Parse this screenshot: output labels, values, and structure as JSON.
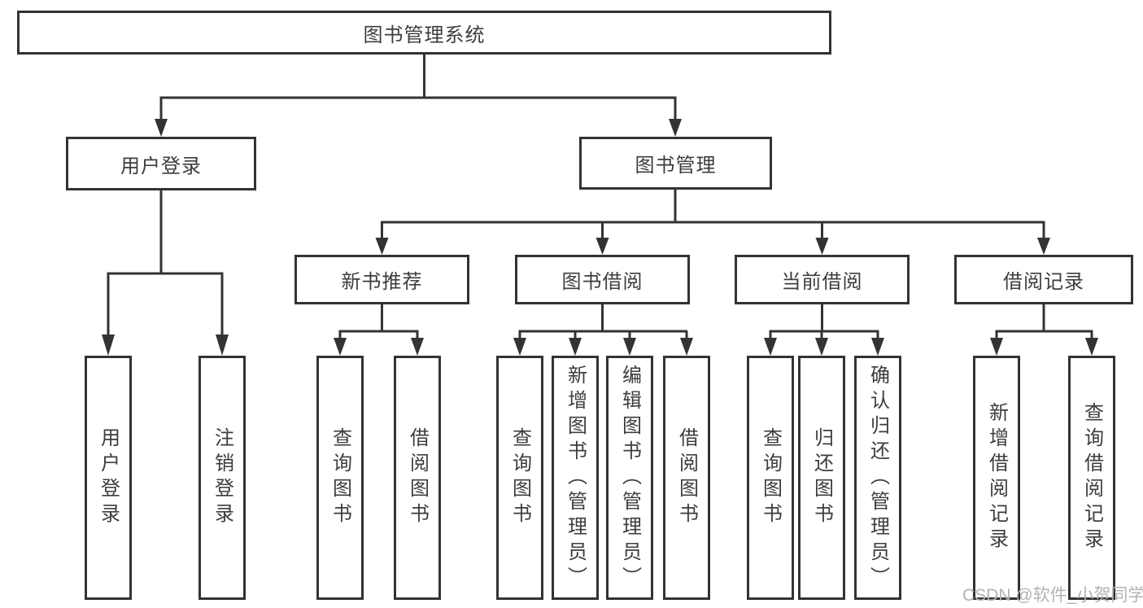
{
  "diagram": {
    "root": {
      "label": "图书管理系统"
    },
    "user_login": {
      "label": "用户登录",
      "children": [
        {
          "label": "用户登录"
        },
        {
          "label": "注销登录"
        }
      ]
    },
    "book_mgmt": {
      "label": "图书管理"
    },
    "new_book_rec": {
      "label": "新书推荐",
      "children": [
        {
          "label": "查询图书"
        },
        {
          "label": "借阅图书"
        }
      ]
    },
    "book_borrow": {
      "label": "图书借阅",
      "children": [
        {
          "label": "查询图书"
        },
        {
          "label": "新增图书（管理员）"
        },
        {
          "label": "编辑图书（管理员）"
        },
        {
          "label": "借阅图书"
        }
      ]
    },
    "current_borrow": {
      "label": "当前借阅",
      "children": [
        {
          "label": "查询图书"
        },
        {
          "label": "归还图书"
        },
        {
          "label": "确认归还（管理员）"
        }
      ]
    },
    "borrow_records": {
      "label": "借阅记录",
      "children": [
        {
          "label": "新增借阅记录"
        },
        {
          "label": "查询借阅记录"
        }
      ]
    }
  },
  "colors": {
    "line": "#333333",
    "text": "#3d3d3d",
    "watermark": "#b3b3b3"
  },
  "watermark": {
    "text": "CSDN @软件_小贺同学"
  }
}
